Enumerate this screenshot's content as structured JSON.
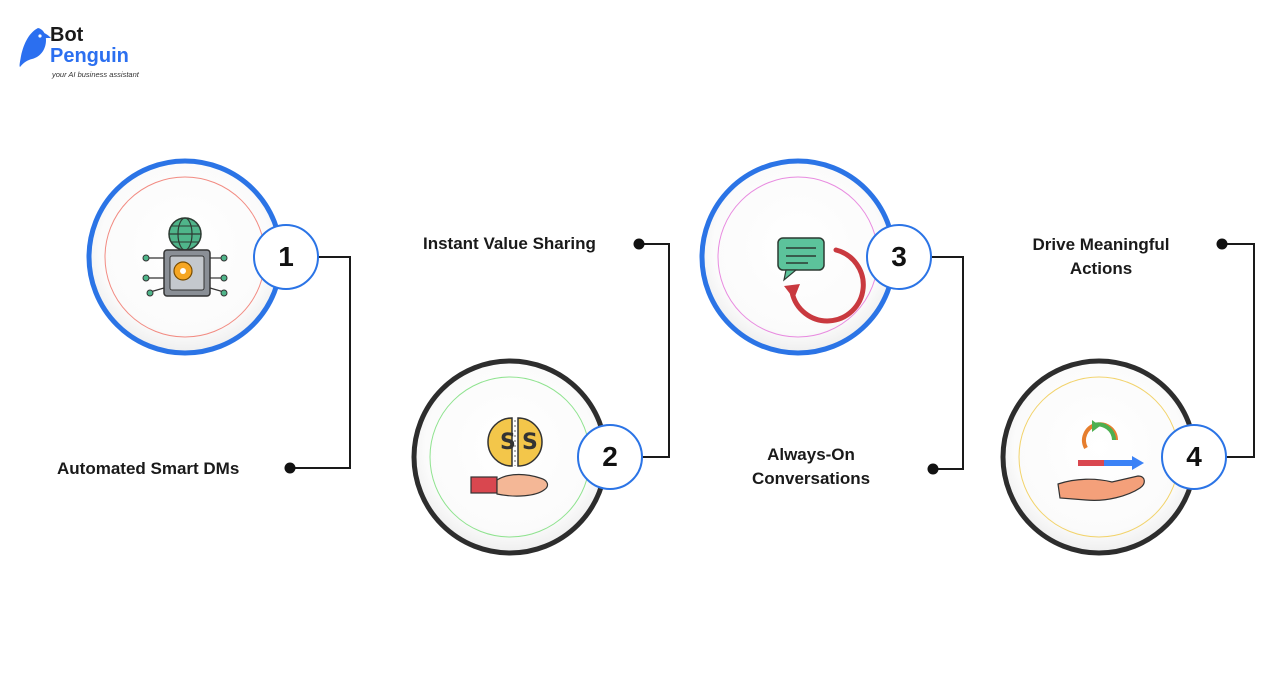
{
  "brand": {
    "name_line1": "Bot",
    "name_line2": "Penguin",
    "tagline": "your AI business assistant",
    "colors": {
      "primary": "#2b6ff0",
      "dark": "#1a1a1a"
    }
  },
  "steps": [
    {
      "number": "1",
      "label": "Automated Smart DMs",
      "ring_color": "#2b74e6",
      "inner_color": "#f28b82",
      "icon": "robot-globe-icon"
    },
    {
      "number": "2",
      "label": "Instant Value Sharing",
      "ring_color": "#2d2d2d",
      "inner_color": "#8fe38f",
      "icon": "hand-coin-icon"
    },
    {
      "number": "3",
      "label_line1": "Always-On",
      "label_line2": "Conversations",
      "ring_color": "#2b74e6",
      "inner_color": "#e88be0",
      "icon": "chat-cycle-icon"
    },
    {
      "number": "4",
      "label_line1": "Drive Meaningful",
      "label_line2": "Actions",
      "ring_color": "#2d2d2d",
      "inner_color": "#f2d36b",
      "icon": "hand-cycle-arrow-icon"
    }
  ]
}
